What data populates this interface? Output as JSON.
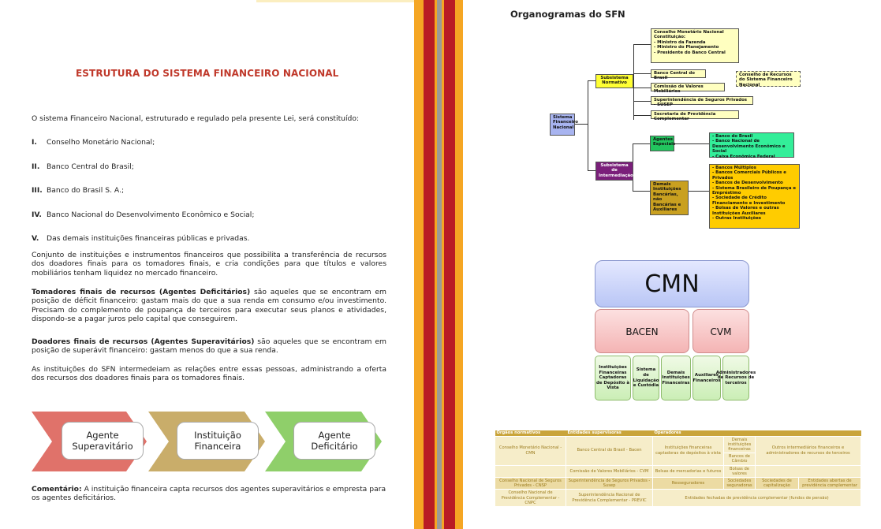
{
  "left": {
    "title": "ESTRUTURA DO SISTEMA FINANCEIRO NACIONAL",
    "intro": "O sistema Financeiro Nacional, estruturado e regulado pela presente Lei, será constituído:",
    "list": [
      {
        "num": "I.",
        "text": "Conselho Monetário Nacional;"
      },
      {
        "num": "II.",
        "text": "Banco Central do Brasil;"
      },
      {
        "num": "III.",
        "text": "Banco do Brasil S. A.;"
      },
      {
        "num": "IV.",
        "text": "Banco Nacional do Desenvolvimento Econômico e Social;"
      },
      {
        "num": "V.",
        "text": "Das demais instituições financeiras públicas e privadas."
      }
    ],
    "p1": "Conjunto de instituições e instrumentos financeiros que possibilita a transferência de recursos dos doadores finais para os tomadores finais, e cria condições para que títulos e valores mobiliários tenham liquidez no mercado financeiro.",
    "p2_bold": "Tomadores finais de recursos (Agentes Deficitários)",
    "p2_rest": " são aqueles que se encontram em posição de déficit financeiro: gastam mais do que a sua renda em consumo e/ou investimento.  Precisam do complemento de poupança de terceiros para executar seus planos e atividades, dispondo-se a pagar juros pelo capital que conseguirem.",
    "p3_bold": "Doadores finais de recursos (Agentes Superavitários)",
    "p3_rest": " são aqueles que se encontram em posição de superávit financeiro: gastam menos do que a sua renda.",
    "p4": "As instituições do SFN intermedeiam as relações entre essas pessoas, administrando a oferta dos recursos dos doadores finais para os tomadores finais.",
    "flow": [
      {
        "line1": "Agente",
        "line2": "Superavitário",
        "color": "#e0726a"
      },
      {
        "line1": "Instituição",
        "line2": "Financeira",
        "color": "#c9ad6a"
      },
      {
        "line1": "Agente",
        "line2": "Deficitário",
        "color": "#8fcf6a"
      }
    ],
    "comment_bold": "Comentário:",
    "comment_rest": " A instituição financeira capta recursos dos agentes superavitários e empresta para os agentes deficitários."
  },
  "right": {
    "title": "Organogramas do SFN",
    "org": {
      "root": "Sistema Financeiro Nacional",
      "normativo": "Subsistema Normativo",
      "intermediacao": "Subsistema de Intermediação",
      "cmn_box": {
        "title": "Conselho Monetário Nacional",
        "subtitle": "Constituição:",
        "items": [
          "- Ministro da Fazenda",
          "- Ministro do Planejamento",
          "- Presidente do Banco Central"
        ]
      },
      "bcb": "Banco Central do Brasil",
      "cvm": "Comissão de Valores Mobiliários",
      "crsfn": "Conselho de Recursos do Sistema Financeiro Nacional",
      "susep": "Superintendência de Seguros Privados - SUSEP",
      "previdencia": "Secretaria de Previdência Complementar",
      "agentes": "Agentes Especiais",
      "agentes_list": [
        "- Banco do Brasil",
        "- Banco Nacional de Desenvolvimento Econômico e Social",
        "- Caixa Econômica Federal"
      ],
      "demais": "Demais Instituições Bancárias, não Bancárias e Auxiliares",
      "demais_list": [
        "- Bancos Múltiplos",
        "- Bancos Comerciais Públicos e Privados",
        "- Bancos de Desenvolvimento",
        "- Sistema Brasileiro de Poupança e Empréstimo",
        "- Sociedade de Crédito Financiamento e Investimento",
        "- Bolsas de Valores e outras Instituições Auxiliares",
        "- Outras Instituições"
      ]
    },
    "hier": {
      "cmn": "CMN",
      "bacen": "BACEN",
      "cvm": "CVM",
      "subs": [
        "Instituições Financeiras Captadoras de Depósito à Vista",
        "Sistema de Liquidação e Custódia",
        "Demais Instituições Financeiras",
        "Auxiliares Financeiros",
        "Administradores de Recursos de terceiros"
      ]
    },
    "table": {
      "headers": [
        "Órgãos normativos",
        "Entidades supervisoras",
        "Operadores"
      ],
      "r1": [
        "Conselho Monetário Nacional - CMN",
        "Banco Central do Brasil - Bacen",
        "Instituições financeiras captadoras de depósitos à vista",
        "Demais instituições financeiras",
        "Outros intermediários financeiros e administradores de recursos de terceiros"
      ],
      "r1b": "Bancos de Câmbio",
      "r2": [
        "Comissão de Valores Mobiliários - CVM",
        "Bolsas de mercadorias e futuros",
        "Bolsas de valores"
      ],
      "r3": [
        "Conselho Nacional de Seguros Privados - CNSP",
        "Superintendência de Seguros Privados - Susep",
        "Resseguradores",
        "Sociedades seguradoras",
        "Sociedades de capitalização",
        "Entidades abertas de previdência complementar"
      ],
      "r4": [
        "Conselho Nacional de Previdência Complementar - CNPC",
        "Superintendência Nacional de Previdência Complementar - PREVIC",
        "Entidades fechadas de previdência complementar (fundos de pensão)"
      ]
    }
  },
  "colors": {
    "title_red": "#c0392b",
    "spine_orange": "#f5a623",
    "spine_red": "#b91c24",
    "spine_gray": "#9a9a9a"
  }
}
